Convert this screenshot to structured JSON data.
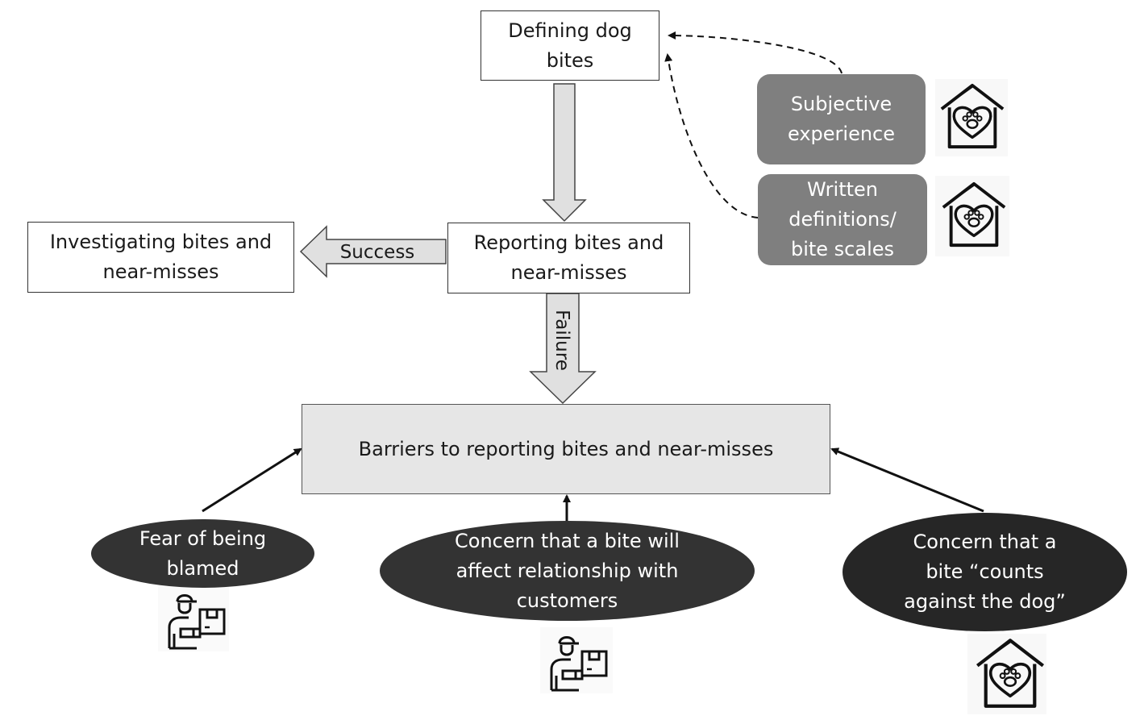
{
  "nodes": {
    "defining": "Defining dog\nbites",
    "reporting": "Reporting bites and\nnear-misses",
    "investigating": "Investigating bites and\nnear-misses",
    "barriers": "Barriers to reporting bites and near-misses",
    "subjective": "Subjective\nexperience",
    "written": "Written\ndefinitions/\nbite scales",
    "fear": "Fear of being\nblamed",
    "concern_customers": "Concern that a  bite will\naffect relationship with\ncustomers",
    "concern_dog": "Concern that a\nbite “counts\nagainst the dog”"
  },
  "arrow_labels": {
    "success": "Success",
    "failure": "Failure"
  },
  "icons": {
    "house": "dog-house-heart-paw-icon",
    "worker": "delivery-worker-icon"
  },
  "colors": {
    "pill": "#7f7f7f",
    "oval": "#333333",
    "grey_box": "#e6e6e6",
    "arrow_fill": "#e0e0e0"
  }
}
